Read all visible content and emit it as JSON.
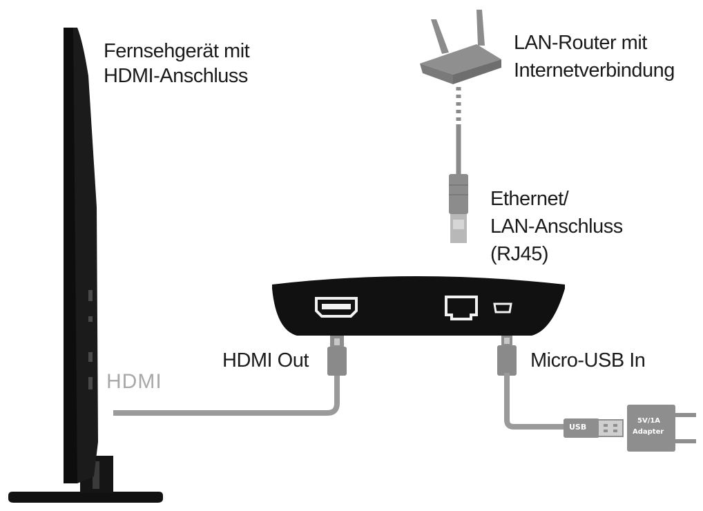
{
  "labels": {
    "tv_line1": "Fernsehgerät mit",
    "tv_line2": "HDMI-Anschluss",
    "router_line1": "LAN-Router mit",
    "router_line2": "Internetverbindung",
    "ethernet_line1": "Ethernet/",
    "ethernet_line2": "LAN-Anschluss",
    "ethernet_line3": "(RJ45)",
    "hdmi_out": "HDMI Out",
    "micro_usb_in": "Micro-USB In",
    "tv_hdmi_port": "HDMI",
    "usb_plug": "USB",
    "adapter_line1": "5V/1A",
    "adapter_line2": "Adapter"
  },
  "colors": {
    "device_black": "#111111",
    "cable_gray": "#9a9a9a",
    "router_gray": "#8c8c8c",
    "adapter_gray": "#8e8e8e",
    "tv_label_gray": "#a8a8a8"
  },
  "icons": {
    "tv": "flat-screen-tv-side-view",
    "router": "lan-router-with-antennas",
    "streaming_box": "media-player-box",
    "power_adapter": "usb-power-adapter"
  }
}
